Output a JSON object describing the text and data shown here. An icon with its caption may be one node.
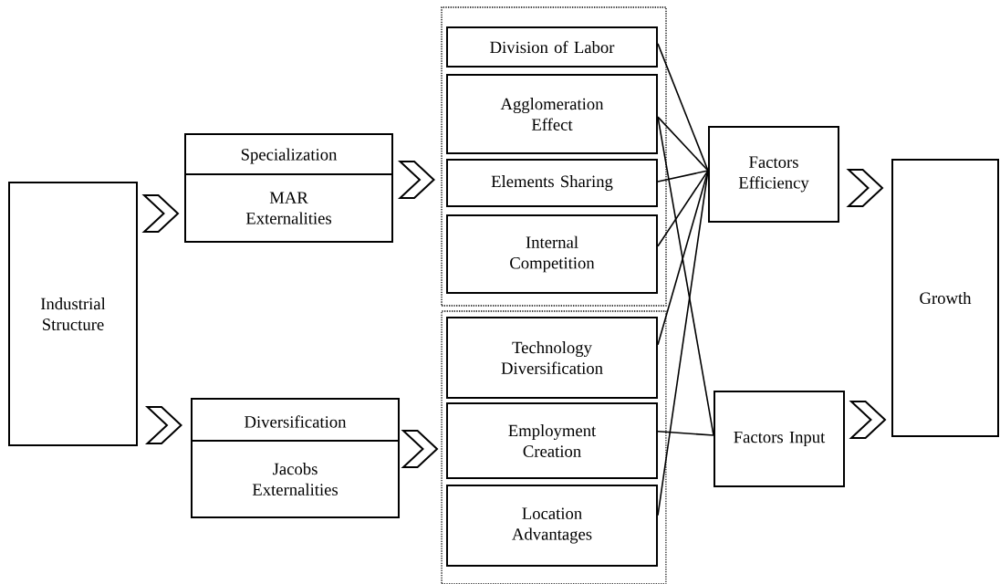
{
  "diagram": {
    "nodes": [
      {
        "text": [
          "Industrial Structure"
        ]
      },
      {
        "text": [
          "Specialization",
          "MAR Externalities"
        ]
      },
      {
        "text": [
          "Diversification",
          "Jacobs Externalities"
        ]
      },
      {
        "text": [],
        "shape": "box"
      },
      {
        "text": [
          "Division of Labor"
        ],
        "in": 3
      },
      {
        "text": [
          "Agglomeration Effect"
        ],
        "in": 3
      },
      {
        "text": [
          "Elements Sharing"
        ],
        "in": 3
      },
      {
        "text": [
          "Internal Competition"
        ],
        "in": 3
      },
      {
        "text": [],
        "shape": "box"
      },
      {
        "text": [
          "Technology Diversification"
        ],
        "in": 8
      },
      {
        "text": [
          "Employment Creation"
        ],
        "in": 8
      },
      {
        "text": [
          "Location Advantages"
        ],
        "in": 8
      },
      {
        "text": [
          "Factors Efficiency"
        ]
      },
      {
        "text": [
          "Factors Input"
        ]
      },
      {
        "text": [
          "Growth"
        ]
      }
    ],
    "edges": [
      {
        "from": 0,
        "to": 1,
        "arrow": "to"
      },
      {
        "from": 0,
        "to": 2,
        "arrow": "to"
      },
      {
        "from": 1,
        "to": 3,
        "arrow": "to"
      },
      {
        "from": 2,
        "to": 8,
        "arrow": "to"
      },
      {
        "from": 4,
        "to": 12,
        "arrow": "none"
      },
      {
        "from": 5,
        "to": 12,
        "arrow": "none"
      },
      {
        "from": 5,
        "to": 13,
        "arrow": "none"
      },
      {
        "from": 6,
        "to": 12,
        "arrow": "none"
      },
      {
        "from": 7,
        "to": 12,
        "arrow": "none"
      },
      {
        "from": 9,
        "to": 12,
        "arrow": "none"
      },
      {
        "from": 10,
        "to": 13,
        "arrow": "none"
      },
      {
        "from": 11,
        "to": 12,
        "arrow": "none"
      },
      {
        "from": 12,
        "to": 14,
        "arrow": "to"
      },
      {
        "from": 13,
        "to": 14,
        "arrow": "to"
      }
    ]
  }
}
